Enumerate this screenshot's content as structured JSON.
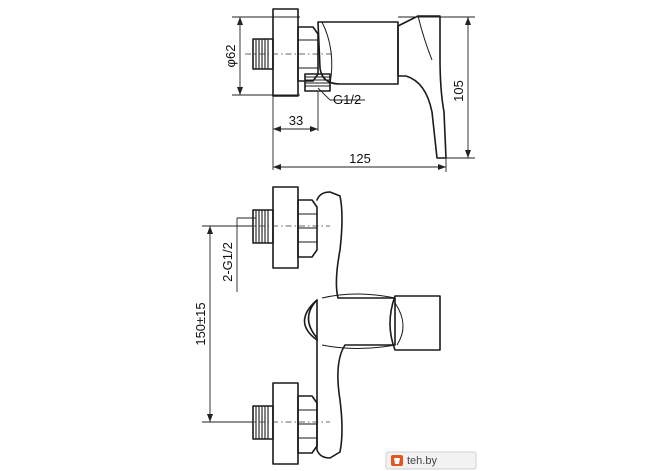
{
  "labels": {
    "dia_62": "φ62",
    "g12": "G1/2",
    "dim_33": "33",
    "dim_105": "105",
    "dim_125": "125",
    "g12_double": "2-G1/2",
    "dim_150": "150±15"
  },
  "watermark": {
    "text": "teh.by",
    "icon": "shop-logo-icon"
  }
}
